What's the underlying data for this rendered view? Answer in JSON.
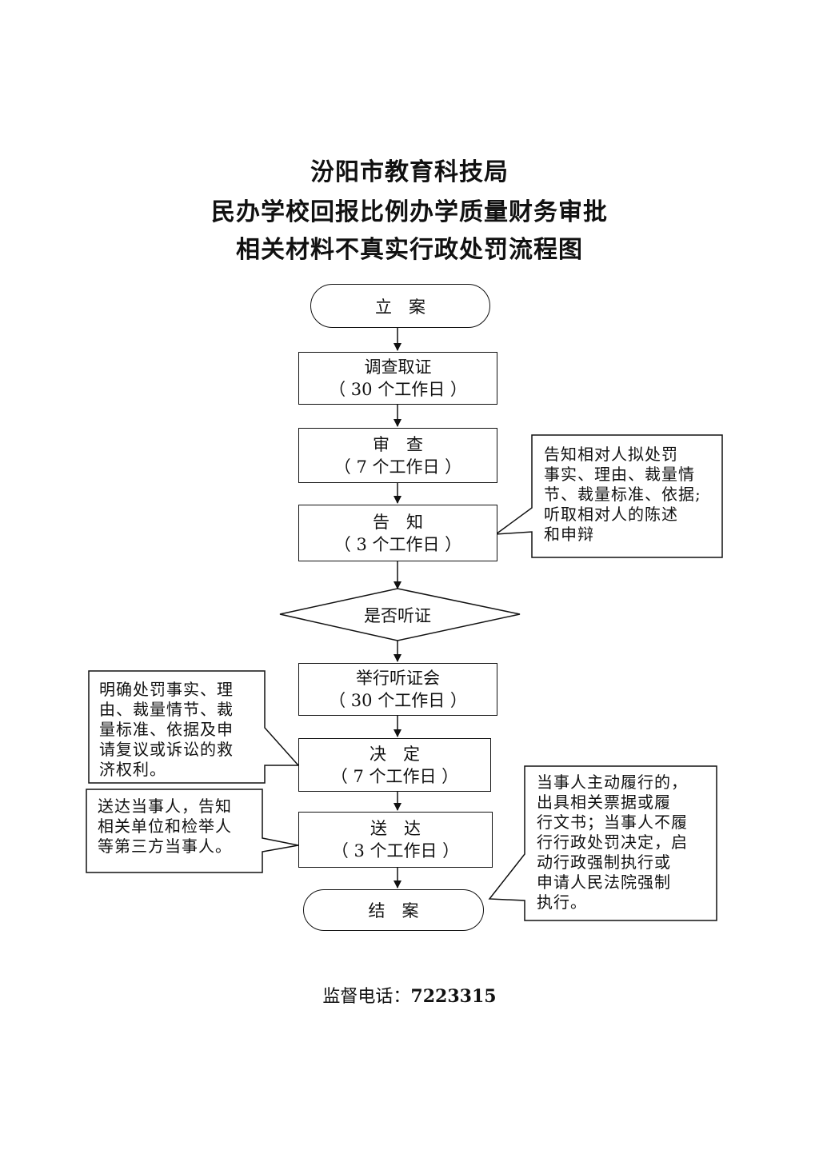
{
  "title": {
    "line1": "汾阳市教育科技局",
    "line2": "民办学校回报比例办学质量财务审批",
    "line3": "相关材料不真实行政处罚流程图"
  },
  "steps": {
    "start": "立　案",
    "investigate": {
      "name": "调查取证",
      "time": "（ 30 个工作日 ）"
    },
    "review": {
      "name": "审　查",
      "time": "（ 7 个工作日 ）"
    },
    "notify": {
      "name": "告　知",
      "time": "（ 3 个工作日 ）"
    },
    "decision_point": "是否听证",
    "hearing": {
      "name": "举行听证会",
      "time": "（ 30 个工作日 ）"
    },
    "decide": {
      "name": "决　定",
      "time": "（ 7 个工作日 ）"
    },
    "deliver": {
      "name": "送　达",
      "time": "（ 3 个工作日 ）"
    },
    "end": "结　案"
  },
  "notes": {
    "notify_note": "告知相对人拟处罚\n事实、理由、裁量情\n节、裁量标准、依据;\n听取相对人的陈述\n和申辩",
    "decide_note": "明确处罚事实、理\n由、裁量情节、裁\n量标准、依据及申\n请复议或诉讼的救\n济权利。",
    "deliver_note": "送达当事人，告知\n相关单位和检举人\n等第三方当事人。",
    "end_note": "当事人主动履行的，\n出具相关票据或履\n行文书；当事人不履\n行行政处罚决定，启\n动行政强制执行或\n申请人民法院强制\n执行。"
  },
  "footer": {
    "label": "监督电话：",
    "phone": "7223315"
  }
}
